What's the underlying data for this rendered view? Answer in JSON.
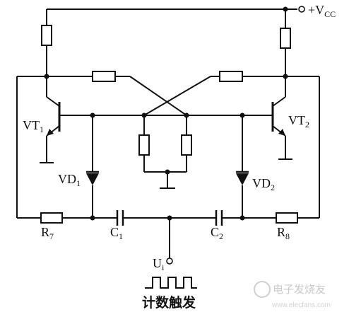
{
  "labels": {
    "vcc_main": "+V",
    "vcc_sub": "CC",
    "vt1_main": "VT",
    "vt1_sub": "1",
    "vt2_main": "VT",
    "vt2_sub": "2",
    "vd1_main": "VD",
    "vd1_sub": "1",
    "vd2_main": "VD",
    "vd2_sub": "2",
    "r7_main": "R",
    "r7_sub": "7",
    "r8_main": "R",
    "r8_sub": "8",
    "c1_main": "C",
    "c1_sub": "1",
    "c2_main": "C",
    "c2_sub": "2",
    "ui_main": "U",
    "ui_sub": "i",
    "caption": "计数触发"
  },
  "watermark": {
    "text": "电子发烧友",
    "url": "www.elecfans.com"
  }
}
